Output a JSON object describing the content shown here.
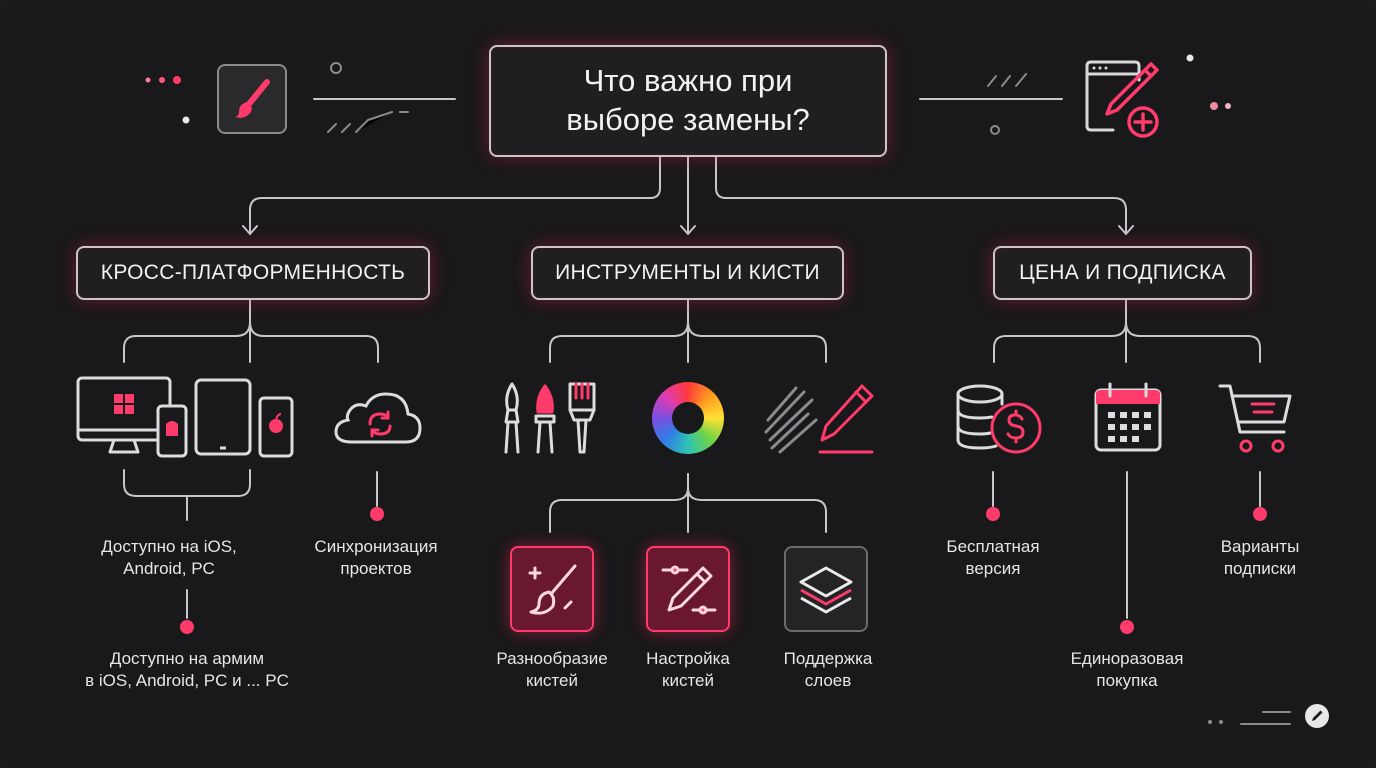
{
  "title": "Что важно при\nвыборе замены?",
  "categories": [
    {
      "label": "КРОСС-ПЛАТФОРМЕННОСТЬ"
    },
    {
      "label": "ИНСТРУМЕНТЫ И КИСТИ"
    },
    {
      "label": "ЦЕНА И ПОДПИСКА"
    }
  ],
  "cross_platform": {
    "available_label": "Доступно на iOS,\nAndroid, PC",
    "sync_label": "Синхронизация\nпроектов",
    "available_more_label": "Доступно на армим\nв iOS, Android, PC и ... PC"
  },
  "tools": {
    "brush_variety_label": "Разнообразие\nкистей",
    "brush_settings_label": "Настройка\nкистей",
    "layers_label": "Поддержка\nслоев"
  },
  "pricing": {
    "free_label": "Бесплатная\nверсия",
    "one_time_label": "Единоразовая\nпокупка",
    "subscription_label": "Варианты\nподписки"
  },
  "colors": {
    "accent": "#ff3b6b",
    "line": "#c9c6c9",
    "background": "#19181a",
    "text": "#e6e6e6"
  },
  "icons": [
    "paintbrush-icon",
    "pen-edit-icon",
    "desktop-windows-icon",
    "phone-android-icon",
    "tablet-icon",
    "phone-apple-icon",
    "cloud-sync-icon",
    "brushes-icon",
    "color-wheel-icon",
    "sketch-pencil-icon",
    "brush-sparkle-icon",
    "pencil-sliders-icon",
    "layers-icon",
    "coins-dollar-icon",
    "calendar-icon",
    "shopping-cart-icon",
    "edit-circle-icon"
  ]
}
